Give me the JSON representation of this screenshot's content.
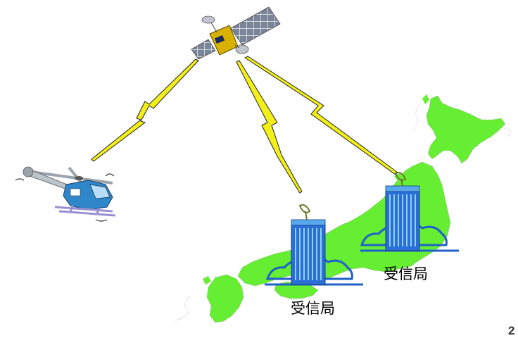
{
  "diagram": {
    "station_label_1": "受信局",
    "station_label_2": "受信局",
    "page_number": "2"
  },
  "colors": {
    "land": "#66ee33",
    "building": "#2a6fd6",
    "building_window": "#8fd0f5",
    "wave": "#1f62c8",
    "lightning": "#f3ef1a",
    "satellite_panel": "#7a8598",
    "satellite_body": "#d8b000",
    "helicopter_body": "#2f86c9",
    "helicopter_skid": "#9a8fd0"
  }
}
